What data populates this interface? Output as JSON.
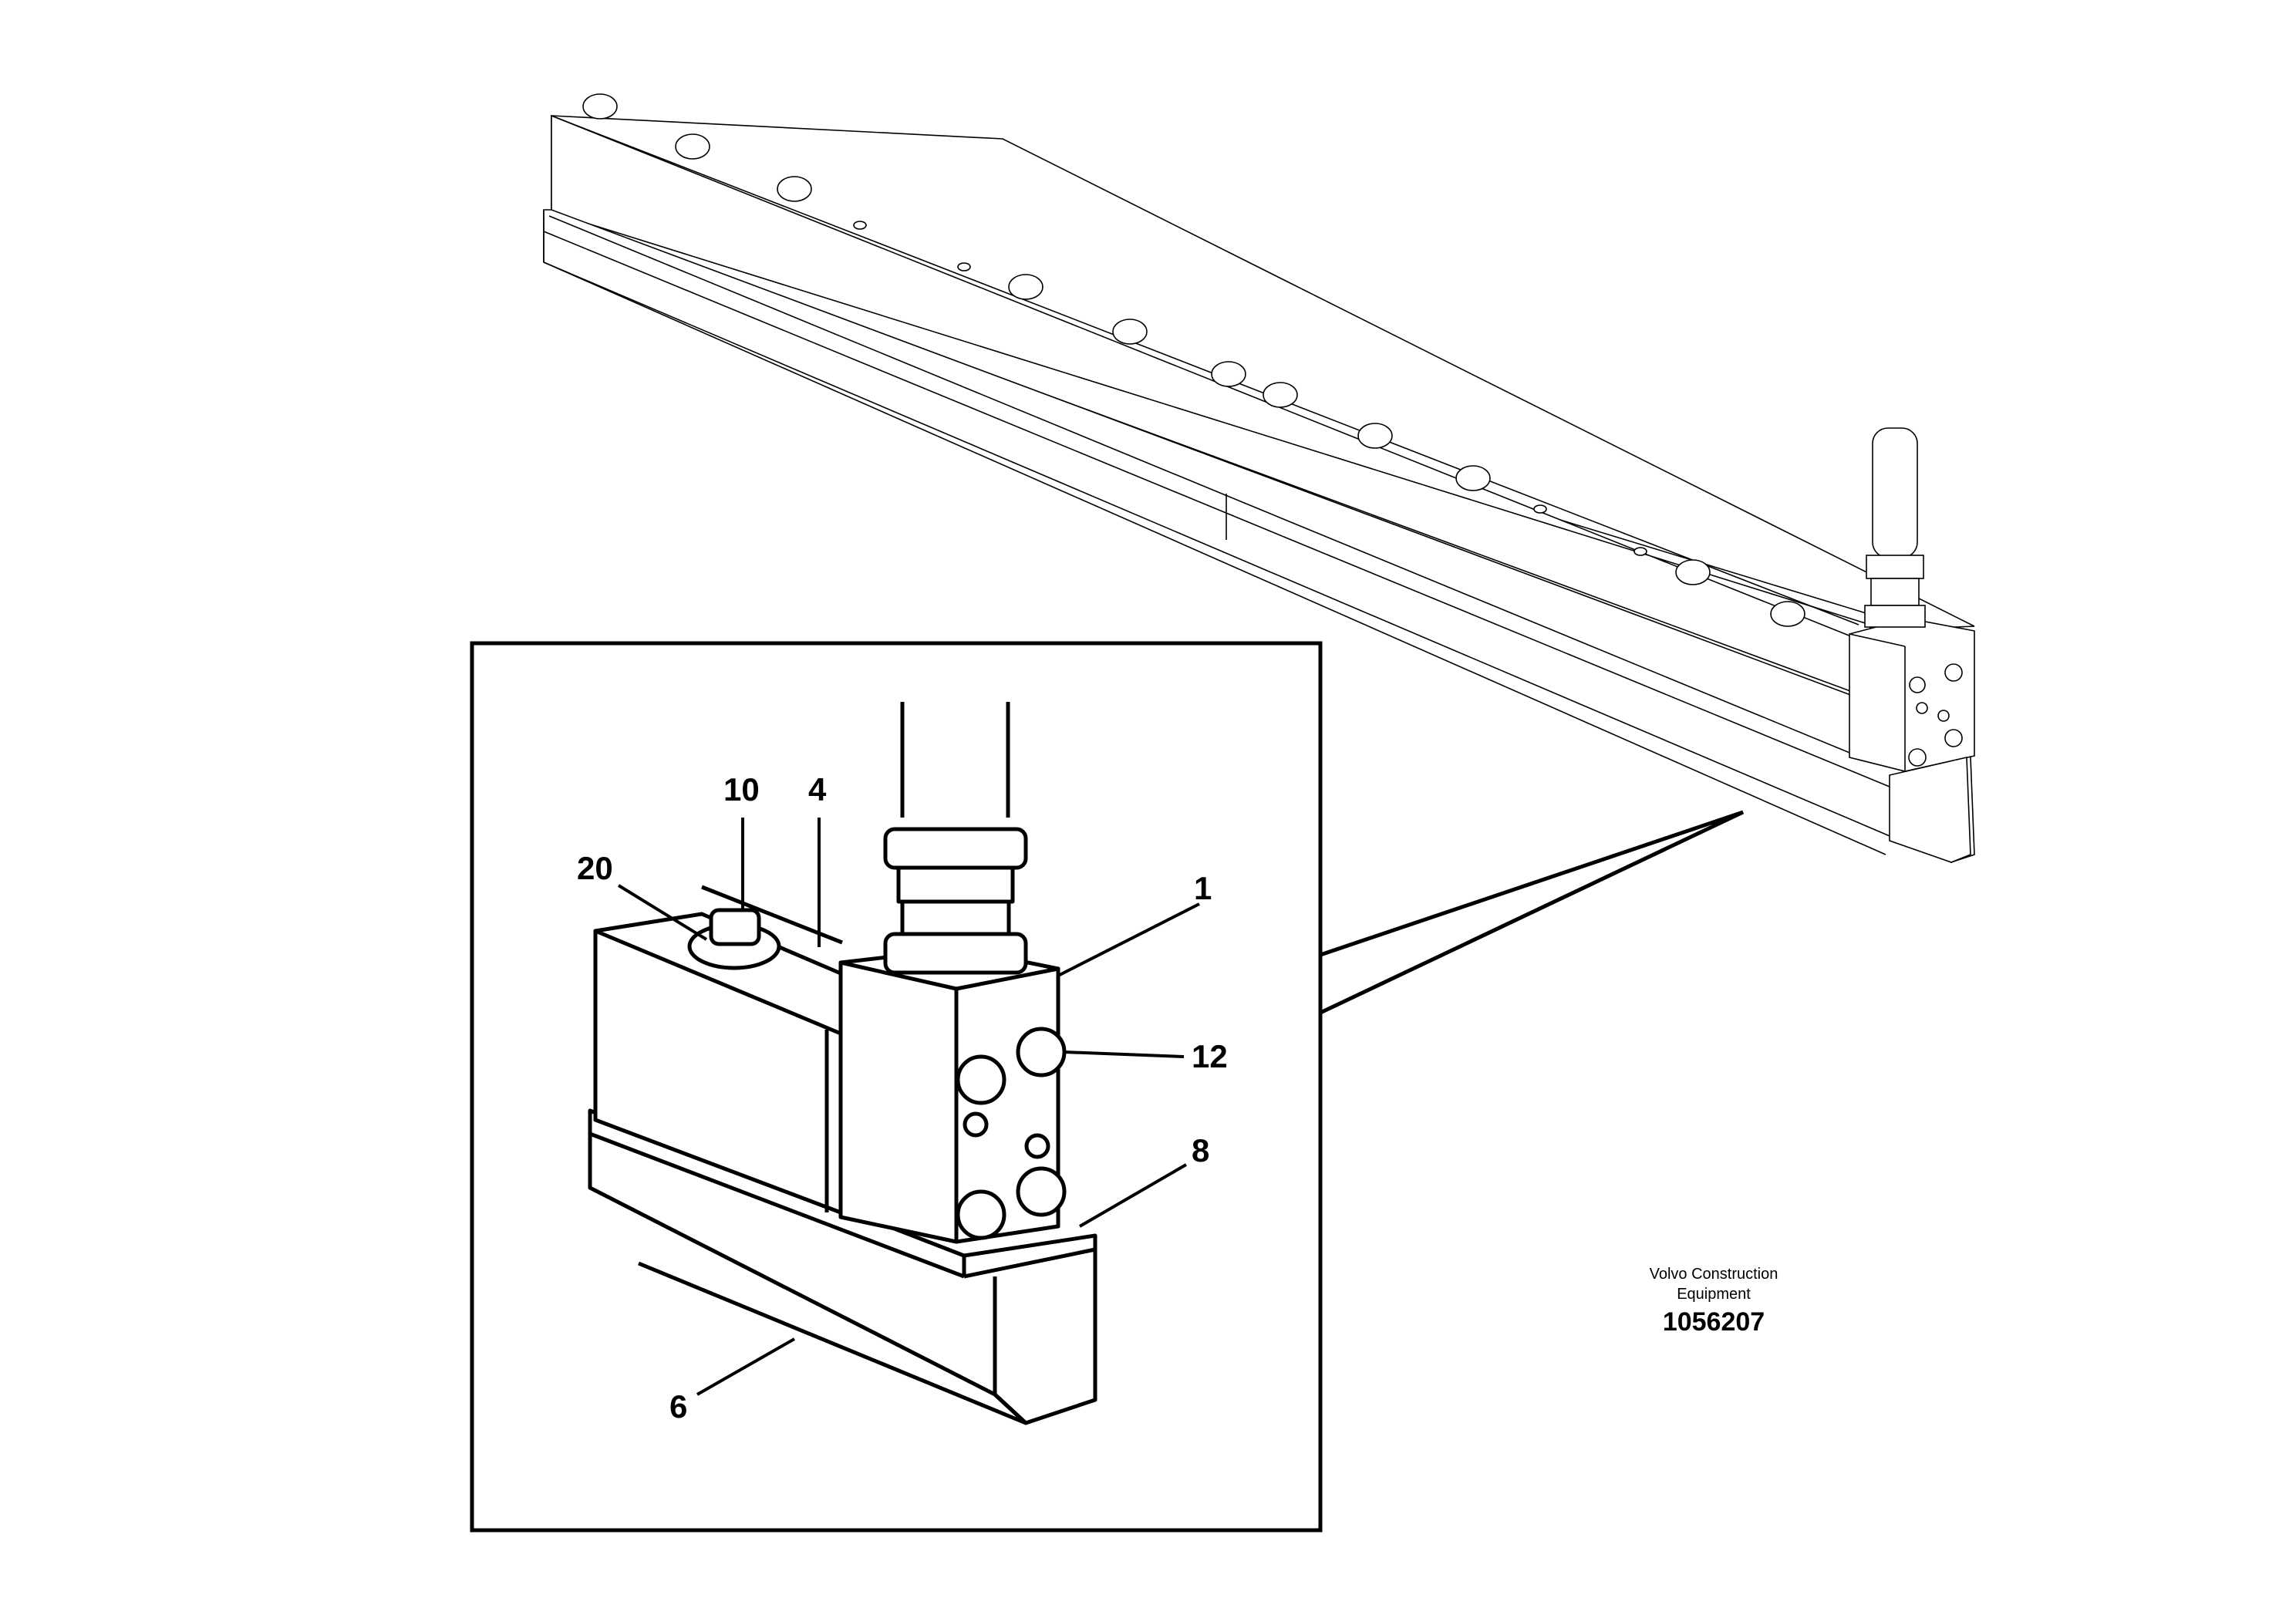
{
  "diagram": {
    "callouts": [
      {
        "id": "1",
        "label": "1"
      },
      {
        "id": "4",
        "label": "4"
      },
      {
        "id": "6",
        "label": "6"
      },
      {
        "id": "8",
        "label": "8"
      },
      {
        "id": "10",
        "label": "10"
      },
      {
        "id": "12",
        "label": "12"
      },
      {
        "id": "20",
        "label": "20"
      }
    ],
    "brand_line1": "Volvo Construction",
    "brand_line2": "Equipment",
    "doc_number": "1056207"
  }
}
